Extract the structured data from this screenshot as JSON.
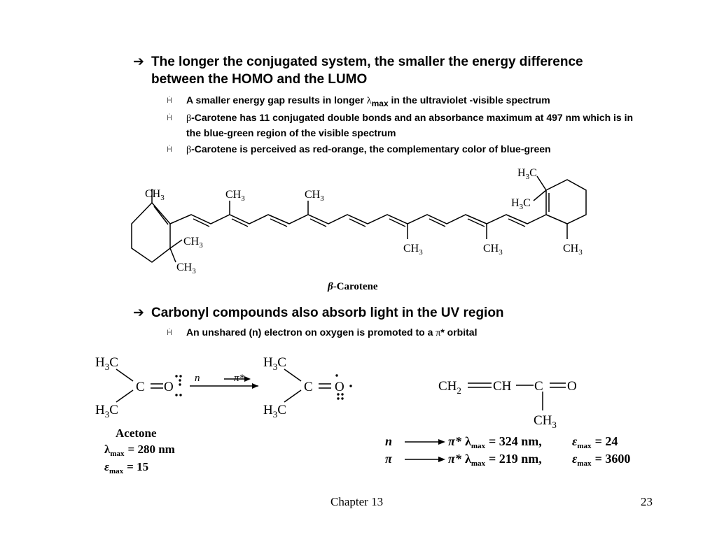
{
  "bullets_top": {
    "main": "The longer the conjugated system, the smaller the energy difference between the HOMO and the LUMO",
    "sub1_pre": "A smaller energy gap results in longer ",
    "sub1_lambda": "λ",
    "sub1_max": "max",
    "sub1_post": " in the ultraviolet -visible spectrum",
    "sub2_beta": "β",
    "sub2": "-Carotene has 11 conjugated double bonds and an absorbance maximum at 497 nm which is in the blue-green region of the visible spectrum",
    "sub3_beta": "β",
    "sub3": "-Carotene is perceived as red-orange, the complementary color of blue-green"
  },
  "carotene": {
    "caption_beta": "β",
    "caption": "-Carotene",
    "labels": {
      "ch3": "CH",
      "h3c": "H",
      "sub3": "3",
      "c": "C"
    }
  },
  "bullets_bottom": {
    "main": "Carbonyl compounds also absorb light in the UV region",
    "sub1_pre": "An unshared (n) electron on oxygen is promoted to a ",
    "sub1_pi": "π",
    "sub1_post": "* orbital"
  },
  "acetone": {
    "h3c": "H",
    "sub3": "3",
    "c": "C",
    "o": "O",
    "transition_n": "n",
    "transition_pi": "π*",
    "name": "Acetone",
    "lambda_symbol": "λ",
    "lambda_sub": "max",
    "lambda_value": "= 280 nm",
    "epsilon_symbol": "ε",
    "epsilon_sub": "max",
    "epsilon_value": "=   15"
  },
  "mvk": {
    "ch2": "CH",
    "sub2": "2",
    "ch": "CH",
    "c": "C",
    "o": "O",
    "ch3": "CH",
    "sub3": "3",
    "row1_from": "n",
    "row1_to": "π*",
    "row1_lambda_value": "= 324 nm,",
    "row1_epsilon_value": "= 24",
    "row2_from": "π",
    "row2_to": "π*",
    "row2_lambda_value": "= 219 nm,",
    "row2_epsilon_value": "= 3600",
    "lambda_symbol": "λ",
    "epsilon_symbol": "ε",
    "max_sub": "max"
  },
  "footer": {
    "chapter": "Chapter 13",
    "page": "23"
  }
}
